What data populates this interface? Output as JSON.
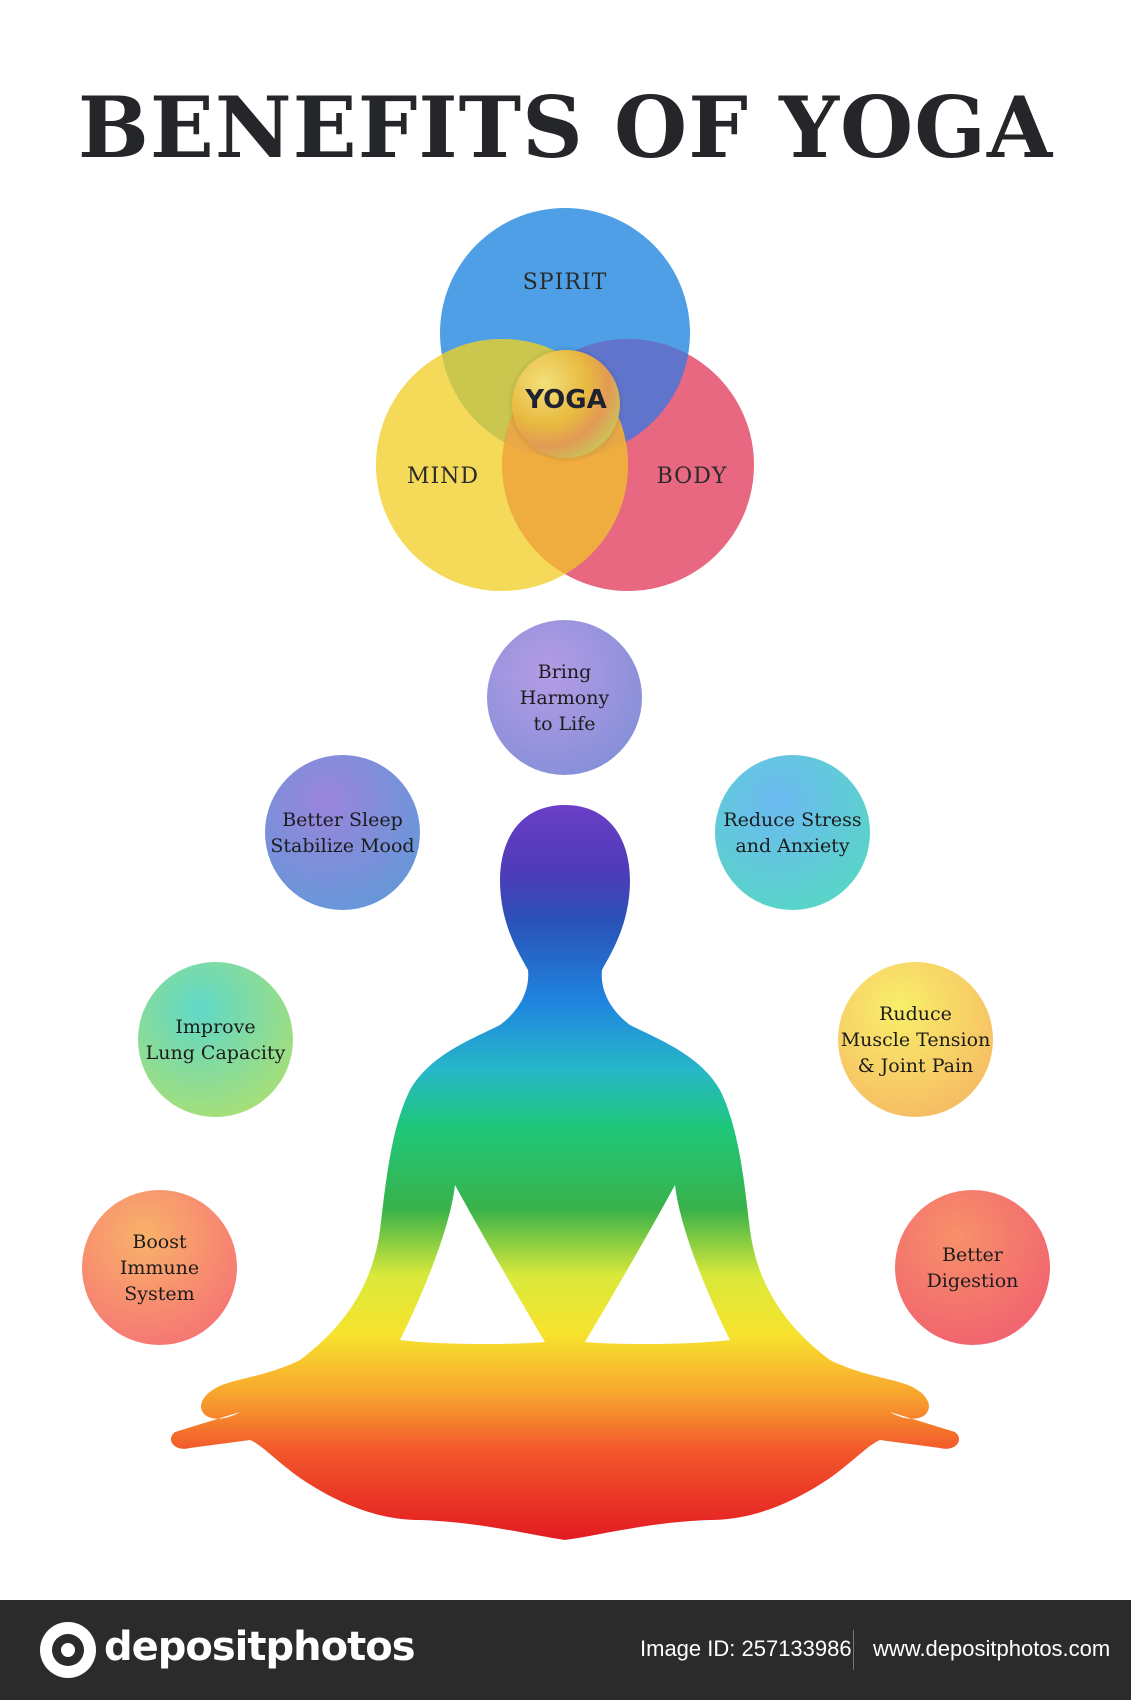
{
  "title": "BENEFITS OF YOGA",
  "venn": {
    "circles": [
      {
        "label": "SPIRIT",
        "color": "#3f97e4"
      },
      {
        "label": "MIND",
        "color": "#f4d64a"
      },
      {
        "label": "BODY",
        "color": "#e65a76"
      }
    ],
    "center_label": "YOGA"
  },
  "benefits": [
    {
      "text": "Bring\nHarmony\nto Life",
      "color_top": "#a78be0",
      "color_bottom": "#7f8ed6"
    },
    {
      "text": "Better Sleep\nStabilize Mood",
      "color_top": "#8b7fd8",
      "color_bottom": "#5f9ad8"
    },
    {
      "text": "Reduce Stress\nand Anxiety",
      "color_top": "#5fb6f0",
      "color_bottom": "#56d8c2"
    },
    {
      "text": "Improve\nLung Capacity",
      "color_top": "#4fd5c2",
      "color_bottom": "#b4e068"
    },
    {
      "text": "Ruduce\nMuscle Tension\n& Joint Pain",
      "color_top": "#f6ea5a",
      "color_bottom": "#f6b262"
    },
    {
      "text": "Boost\nImmune\nSystem",
      "color_top": "#f8a36a",
      "color_bottom": "#f56a75"
    },
    {
      "text": "Better\nDigestion",
      "color_top": "#f8866a",
      "color_bottom": "#ef5b70"
    }
  ],
  "footer": {
    "logo": "depositphotos",
    "image_id": "Image ID: 257133986",
    "website": "www.depositphotos.com"
  }
}
